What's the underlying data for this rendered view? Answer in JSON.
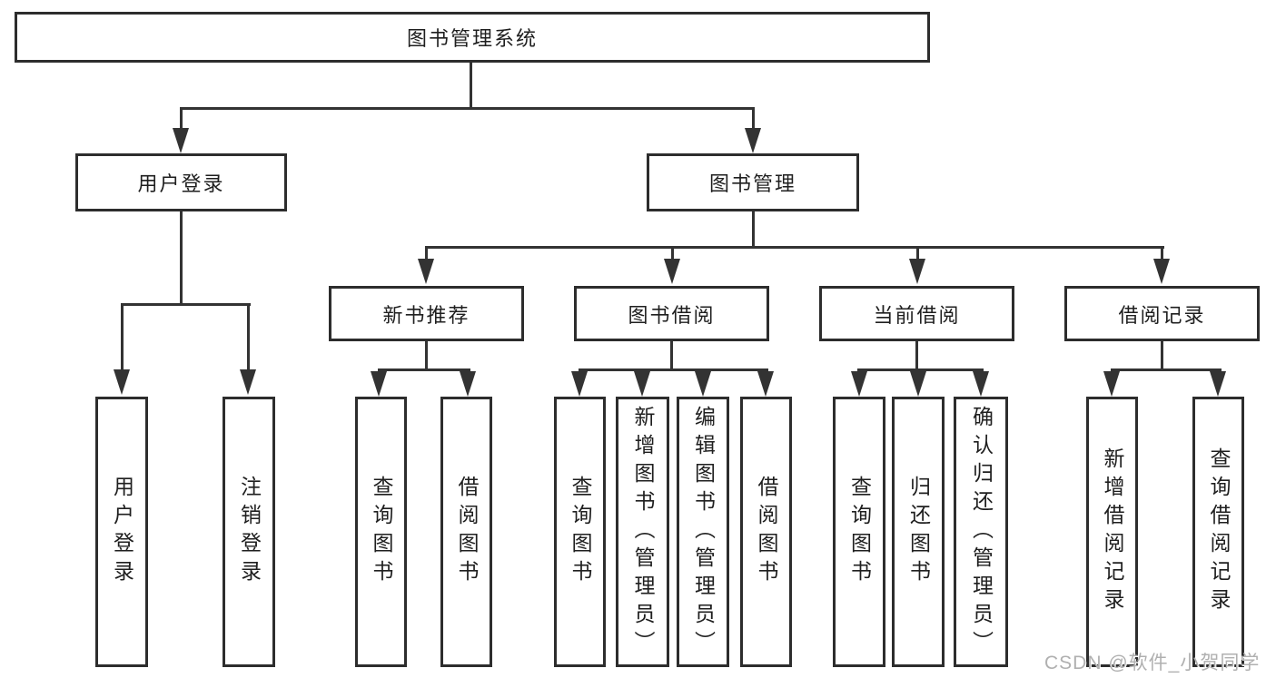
{
  "diagram": {
    "root": {
      "label": "图书管理系统"
    },
    "branches": [
      {
        "label": "用户登录",
        "children": [
          {
            "label": "用户登录"
          },
          {
            "label": "注销登录"
          }
        ]
      },
      {
        "label": "图书管理",
        "children": [
          {
            "label": "新书推荐",
            "children": [
              {
                "label": "查询图书"
              },
              {
                "label": "借阅图书"
              }
            ]
          },
          {
            "label": "图书借阅",
            "children": [
              {
                "label": "查询图书"
              },
              {
                "label": "新增图书（管理员）"
              },
              {
                "label": "编辑图书（管理员）"
              },
              {
                "label": "借阅图书"
              }
            ]
          },
          {
            "label": "当前借阅",
            "children": [
              {
                "label": "查询图书"
              },
              {
                "label": "归还图书"
              },
              {
                "label": "确认归还（管理员）"
              }
            ]
          },
          {
            "label": "借阅记录",
            "children": [
              {
                "label": "新增借阅记录"
              },
              {
                "label": "查询借阅记录"
              }
            ]
          }
        ]
      }
    ]
  },
  "watermark": {
    "text": "CSDN @软件_小贺同学"
  },
  "colors": {
    "background": "#ffffff",
    "box_border": "#2d2d2d",
    "line": "#333333",
    "text": "#1f1f1f",
    "watermark_text": "#b0b0b0"
  }
}
